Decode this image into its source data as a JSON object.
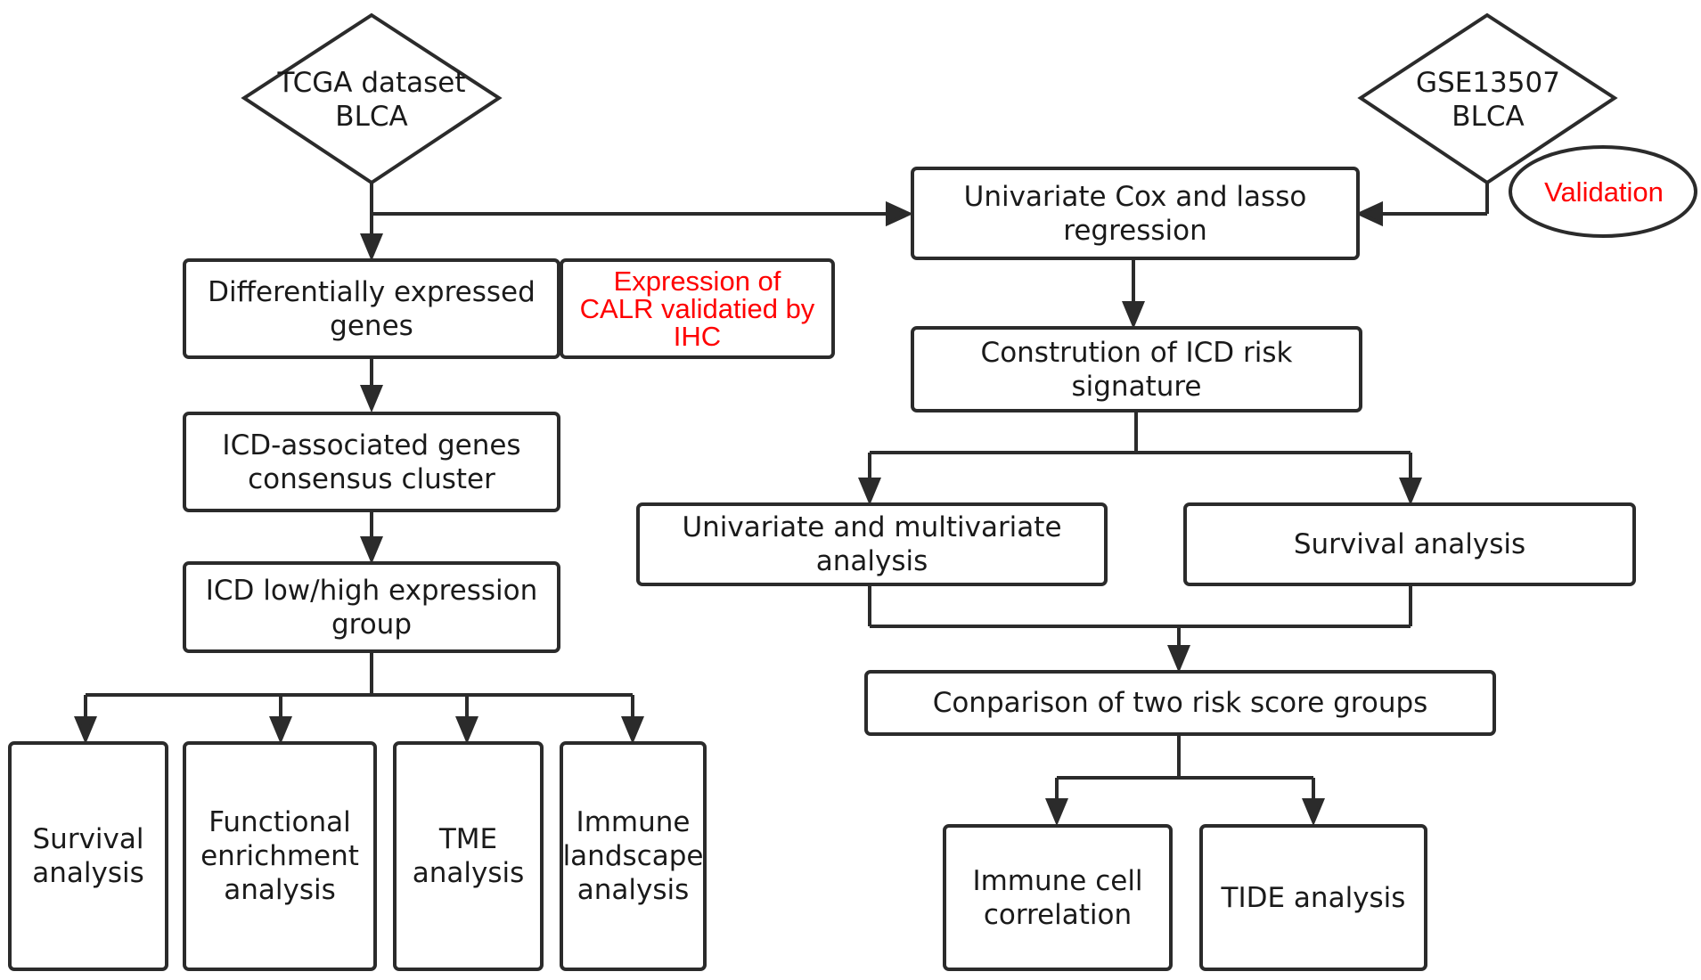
{
  "inputs": {
    "tcga": "TCGA dataset\nBLCA",
    "gse": "GSE13507\nBLCA"
  },
  "validation_label": "Validation",
  "left_branch": {
    "deg": "Differentially expressed\ngenes",
    "calr": "Expression of\nCALR validatied by\nIHC",
    "icd_cluster": "ICD-associated genes\nconsensus cluster",
    "icd_group": "ICD low/high expression\ngroup",
    "outputs": [
      "Survival\nanalysis",
      "Functional\nenrichment\nanalysis",
      "TME\nanalysis",
      "Immune\nlandscape\nanalysis"
    ]
  },
  "right_branch": {
    "cox_lasso": "Univariate Cox and  lasso\nregression",
    "signature": "Constrution of ICD risk\nsignature",
    "uni_multi": "Univariate and multivariate\nanalysis",
    "survival": "Survival analysis",
    "comparison": "Conparison of two  risk score groups",
    "outputs": [
      "Immune  cell\ncorrelation",
      "TIDE analysis"
    ]
  },
  "colors": {
    "line": "#2b2b2b",
    "text": "#1a1a1a",
    "accent_red": "#ff0000"
  }
}
